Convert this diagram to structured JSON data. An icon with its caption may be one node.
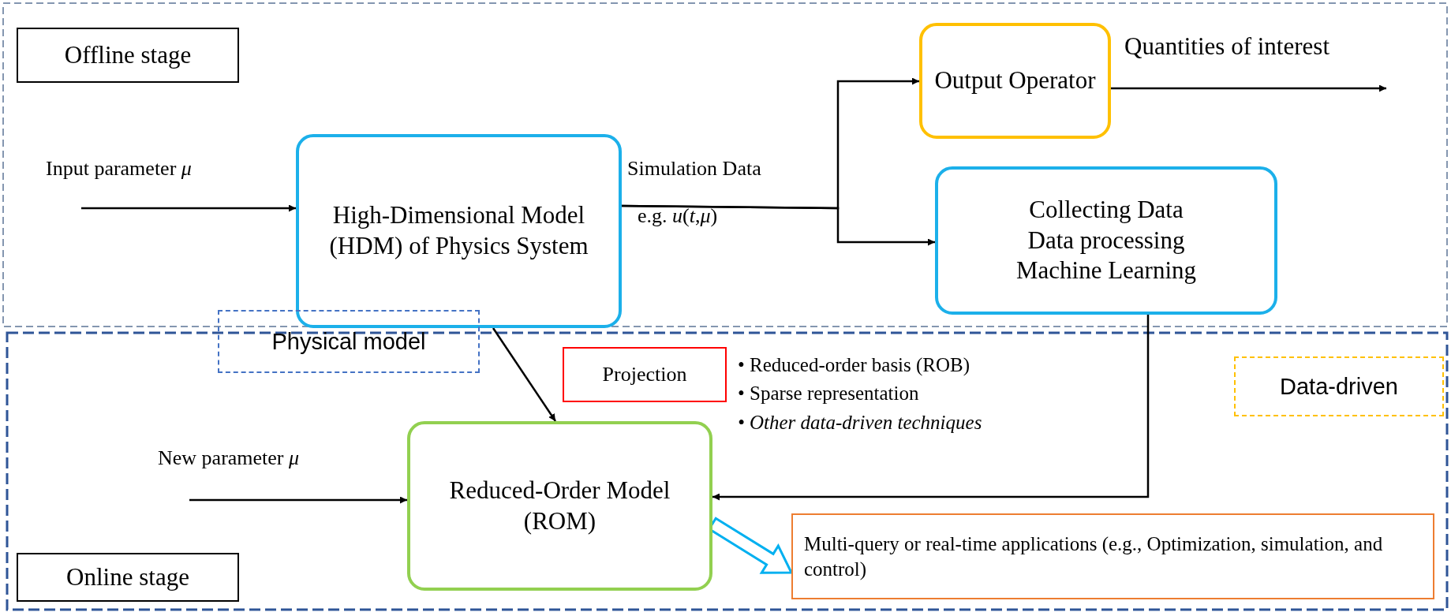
{
  "diagram": {
    "nodes": [
      {
        "text": [
          "Offline stage"
        ]
      },
      {
        "text": [
          "High-Dimensional Model (HDM) of Physics System"
        ]
      },
      {
        "text": [
          "Output Operator"
        ]
      },
      {
        "text": [
          "Collecting Data",
          "Data processing",
          "Machine Learning"
        ]
      },
      {
        "text": [
          "Physical model"
        ]
      },
      {
        "text": [
          "Projection"
        ]
      },
      {
        "text": [
          "Data-driven"
        ]
      },
      {
        "text": [
          "Reduced-Order Model (ROM)"
        ]
      },
      {
        "text": [
          "Multi-query or real-time applications (e.g., Optimization, simulation, and control)"
        ]
      },
      {
        "text": [
          "Online stage"
        ]
      }
    ],
    "edges": [
      {
        "from": null,
        "to": 1,
        "arrow": "to",
        "label": "Input parameter *μ*"
      },
      {
        "from": 1,
        "to": 2,
        "arrow": "to",
        "label": "Simulation Data"
      },
      {
        "from": 1,
        "to": 3,
        "arrow": "to",
        "label": "e.g. *u*(*t*,*μ*)"
      },
      {
        "from": 2,
        "to": null,
        "arrow": "to",
        "label": "Quantities of interest"
      },
      {
        "from": 1,
        "to": 7,
        "arrow": "to"
      },
      {
        "from": 3,
        "to": 7,
        "arrow": "to"
      },
      {
        "from": null,
        "to": 7,
        "arrow": "to",
        "label": "New parameter *μ*"
      },
      {
        "from": 7,
        "to": 8,
        "arrow": "to",
        "style": "thick",
        "color": "#00b0f0"
      }
    ],
    "labels": [
      "• Reduced-order basis (ROB)",
      "• Sparse representation",
      "• *Other data-driven techniques*"
    ]
  }
}
